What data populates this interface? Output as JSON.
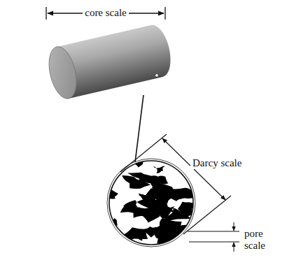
{
  "diagram": {
    "labels": [
      "core scale",
      "Darcy scale",
      "pore scale"
    ]
  }
}
